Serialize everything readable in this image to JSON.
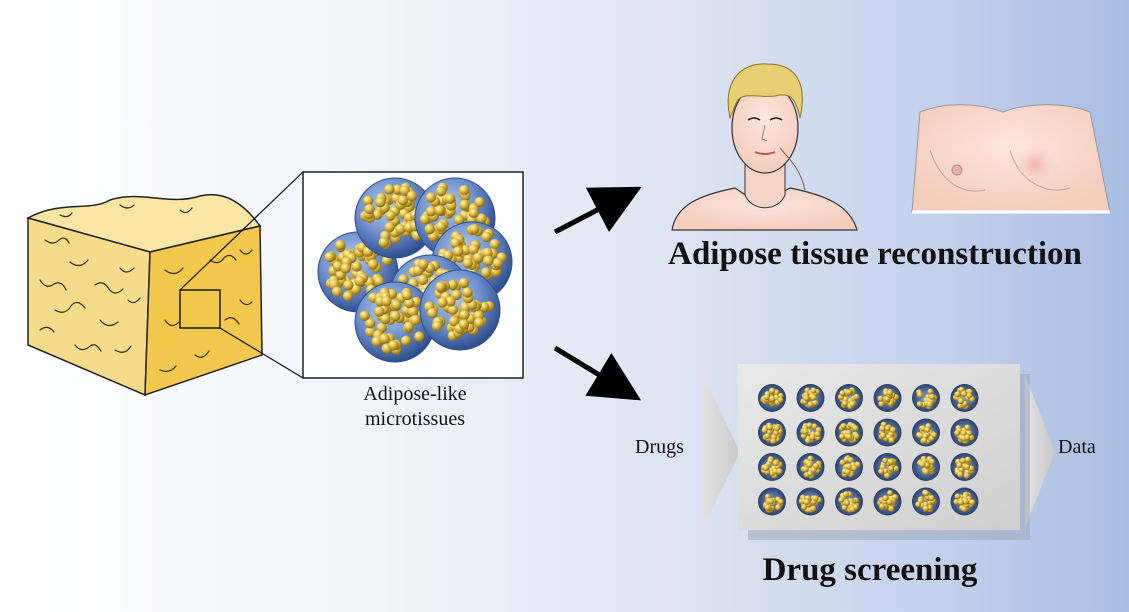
{
  "microtissue_caption": [
    "Adipose-like",
    "microtissues"
  ],
  "application_titles": {
    "reconstruction": "Adipose tissue reconstruction",
    "screening": "Drug screening"
  },
  "screening_flow": {
    "input": "Drugs",
    "output": "Data"
  },
  "well_plate": {
    "rows": 4,
    "columns": 6
  },
  "colors": {
    "tissue_yellow": "#f4dc8a",
    "tissue_side": "#f2c94c",
    "sphere_blue": "#4f73b8",
    "fat_gold": "#d9b83b",
    "background_right": "#a9bde3"
  },
  "icons": [
    "adipose-tissue-cube-icon",
    "microtissue-cluster-icon",
    "male-face-icon",
    "female-chest-icon",
    "well-plate-icon",
    "arrow-icon"
  ]
}
